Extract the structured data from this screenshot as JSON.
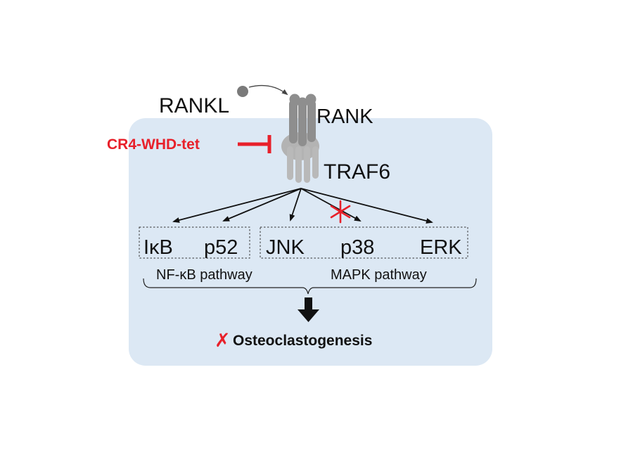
{
  "ligand": {
    "label": "RANKL"
  },
  "receptor": {
    "label": "RANK"
  },
  "adaptor": {
    "label": "TRAF6"
  },
  "inhibitor": {
    "label": "CR4-WHD-tet",
    "color": "#e8202a"
  },
  "signals": [
    {
      "label": "IκB",
      "inhibited": false
    },
    {
      "label": "p52",
      "inhibited": false
    },
    {
      "label": "JNK",
      "inhibited": false
    },
    {
      "label": "p38",
      "inhibited": true
    },
    {
      "label": "ERK",
      "inhibited": false
    }
  ],
  "pathways": [
    {
      "label": "NF-κB  pathway"
    },
    {
      "label": "MAPK  pathway"
    }
  ],
  "outcome": {
    "label": "Osteoclastogenesis",
    "blocked_mark": "✗"
  },
  "colors": {
    "cell_fill": "#dce8f4",
    "receptor_gray": "#8e8e8e",
    "traf_gray": "#b9b9b9",
    "inhibit_red": "#e8202a"
  }
}
